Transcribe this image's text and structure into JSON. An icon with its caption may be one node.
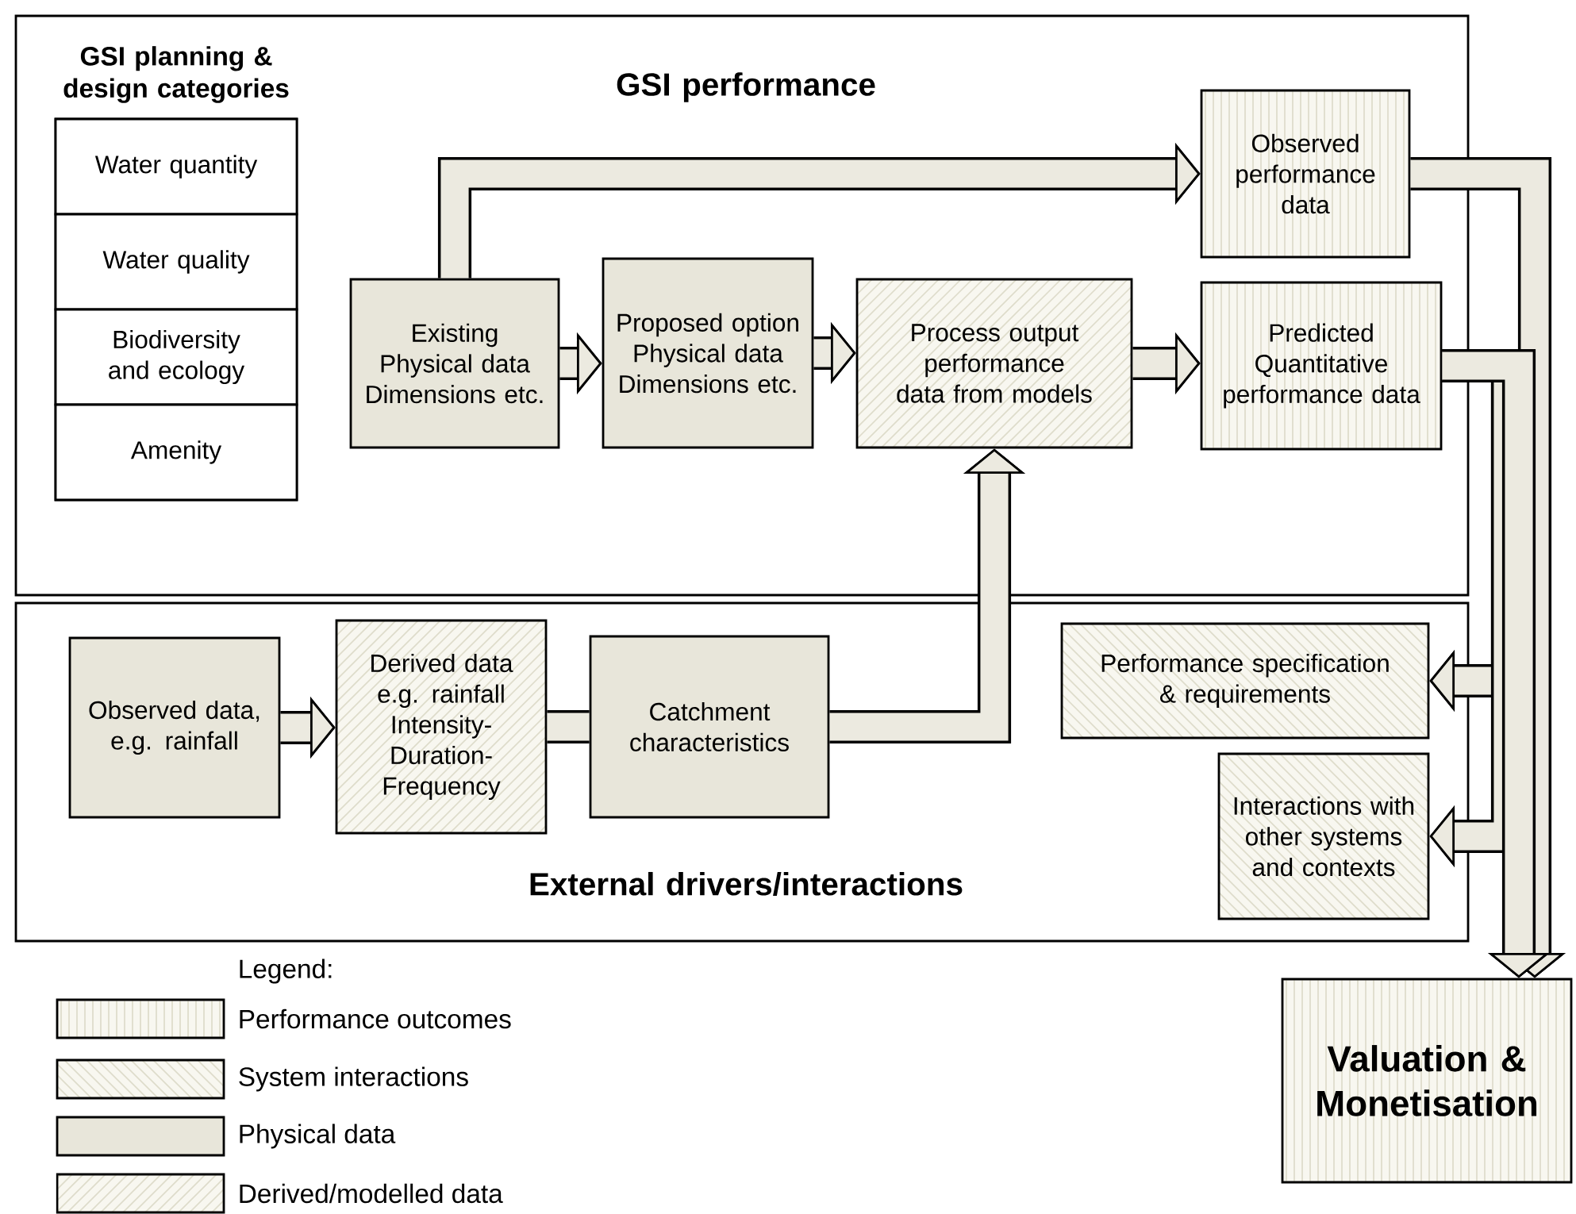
{
  "diagram": {
    "nodes": [
      {
        "text": [
          "GSI performance"
        ]
      },
      {
        "text": [
          "GSI planning & design categories"
        ],
        "in": 0
      },
      {
        "text": [
          "Water quantity"
        ],
        "in": 1
      },
      {
        "text": [
          "Water quality"
        ],
        "in": 1
      },
      {
        "text": [
          "Biodiversity and ecology"
        ],
        "in": 1
      },
      {
        "text": [
          "Amenity"
        ],
        "in": 1
      },
      {
        "text": [
          "Existing Physical data Dimensions etc."
        ],
        "in": 0
      },
      {
        "text": [
          "Proposed option Physical data Dimensions etc."
        ],
        "in": 0
      },
      {
        "text": [
          "Process output performance data from models"
        ],
        "in": 0
      },
      {
        "text": [
          "Observed performance data"
        ],
        "in": 0
      },
      {
        "text": [
          "Predicted Quantitative performance data"
        ],
        "in": 0
      },
      {
        "text": [
          "External drivers/interactions"
        ]
      },
      {
        "text": [
          "Observed data, e.g. rainfall"
        ],
        "in": 11
      },
      {
        "text": [
          "Derived data e.g. rainfall Intensity-Duration-Frequency"
        ],
        "in": 11
      },
      {
        "text": [
          "Catchment characteristics"
        ],
        "in": 11
      },
      {
        "text": [
          "Performance specification & requirements"
        ],
        "in": 11
      },
      {
        "text": [
          "Interactions with other systems and contexts"
        ],
        "in": 11
      },
      {
        "text": [
          "Valuation & Monetisation"
        ]
      }
    ],
    "edges": [
      {
        "from": 6,
        "to": 9,
        "arrow": "to"
      },
      {
        "from": 6,
        "to": 7,
        "arrow": "to"
      },
      {
        "from": 7,
        "to": 8,
        "arrow": "to"
      },
      {
        "from": 8,
        "to": 10,
        "arrow": "to"
      },
      {
        "from": 12,
        "to": 13,
        "arrow": "to"
      },
      {
        "from": 13,
        "to": 14,
        "arrow": "none"
      },
      {
        "from": 14,
        "to": 8,
        "arrow": "to"
      },
      {
        "from": 9,
        "to": 17,
        "arrow": "to"
      },
      {
        "from": 10,
        "to": 17,
        "arrow": "to"
      },
      {
        "from": 10,
        "to": 15,
        "arrow": "to"
      },
      {
        "from": 10,
        "to": 16,
        "arrow": "to"
      }
    ],
    "labels": [
      "Legend:"
    ],
    "legend": [
      {
        "text": "Performance outcomes"
      },
      {
        "text": "System interactions"
      },
      {
        "text": "Physical data"
      },
      {
        "text": "Derived/modelled data"
      }
    ]
  }
}
